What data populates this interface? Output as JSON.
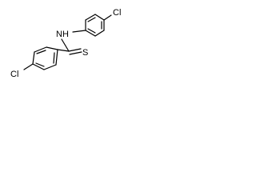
{
  "molecule": {
    "atoms": {
      "cl_top": "Cl",
      "nh": "NH",
      "s": "S",
      "cl_bottom": "Cl"
    }
  },
  "colors": {
    "bond": "#000000",
    "label": "#000000",
    "background": "#ffffff"
  }
}
